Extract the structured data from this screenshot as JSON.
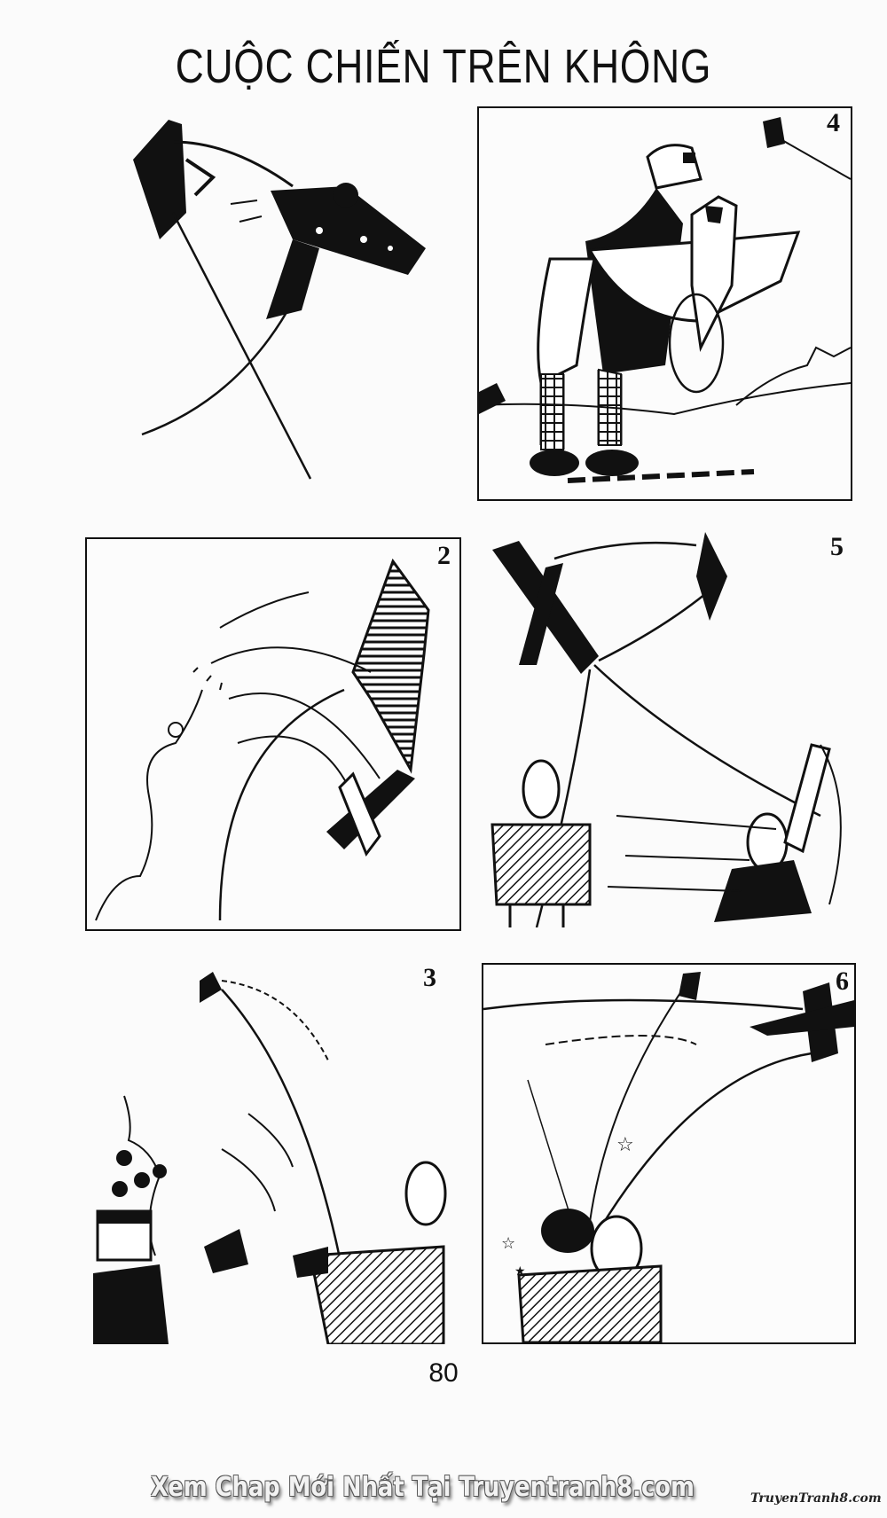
{
  "page": {
    "title": "CUỘC CHIẾN TRÊN KHÔNG",
    "page_number": "80",
    "watermark": "Xem Chap Mới Nhất Tại Truyentranh8.com",
    "watermark_small": "TruyenTranh8.com"
  },
  "panels": [
    {
      "id": "panel-1",
      "number": "",
      "description": "Black kite and a biplane-shaped kite tangled on crossing strings"
    },
    {
      "id": "panel-2",
      "number": "4",
      "description": "Man in cap holding a bird-shaped kite, kite flying in corner"
    },
    {
      "id": "panel-3",
      "number": "2",
      "description": "Striped kite and biplane kite with swirling motion lines"
    },
    {
      "id": "panel-4",
      "number": "5",
      "description": "Two men tugging kite strings, biplane kite and black kite above"
    },
    {
      "id": "panel-5",
      "number": "3",
      "description": "Smoking man and bald man, kite crashes between them"
    },
    {
      "id": "panel-6",
      "number": "6",
      "description": "Kite crashes onto the heads of two men, stars around"
    }
  ]
}
